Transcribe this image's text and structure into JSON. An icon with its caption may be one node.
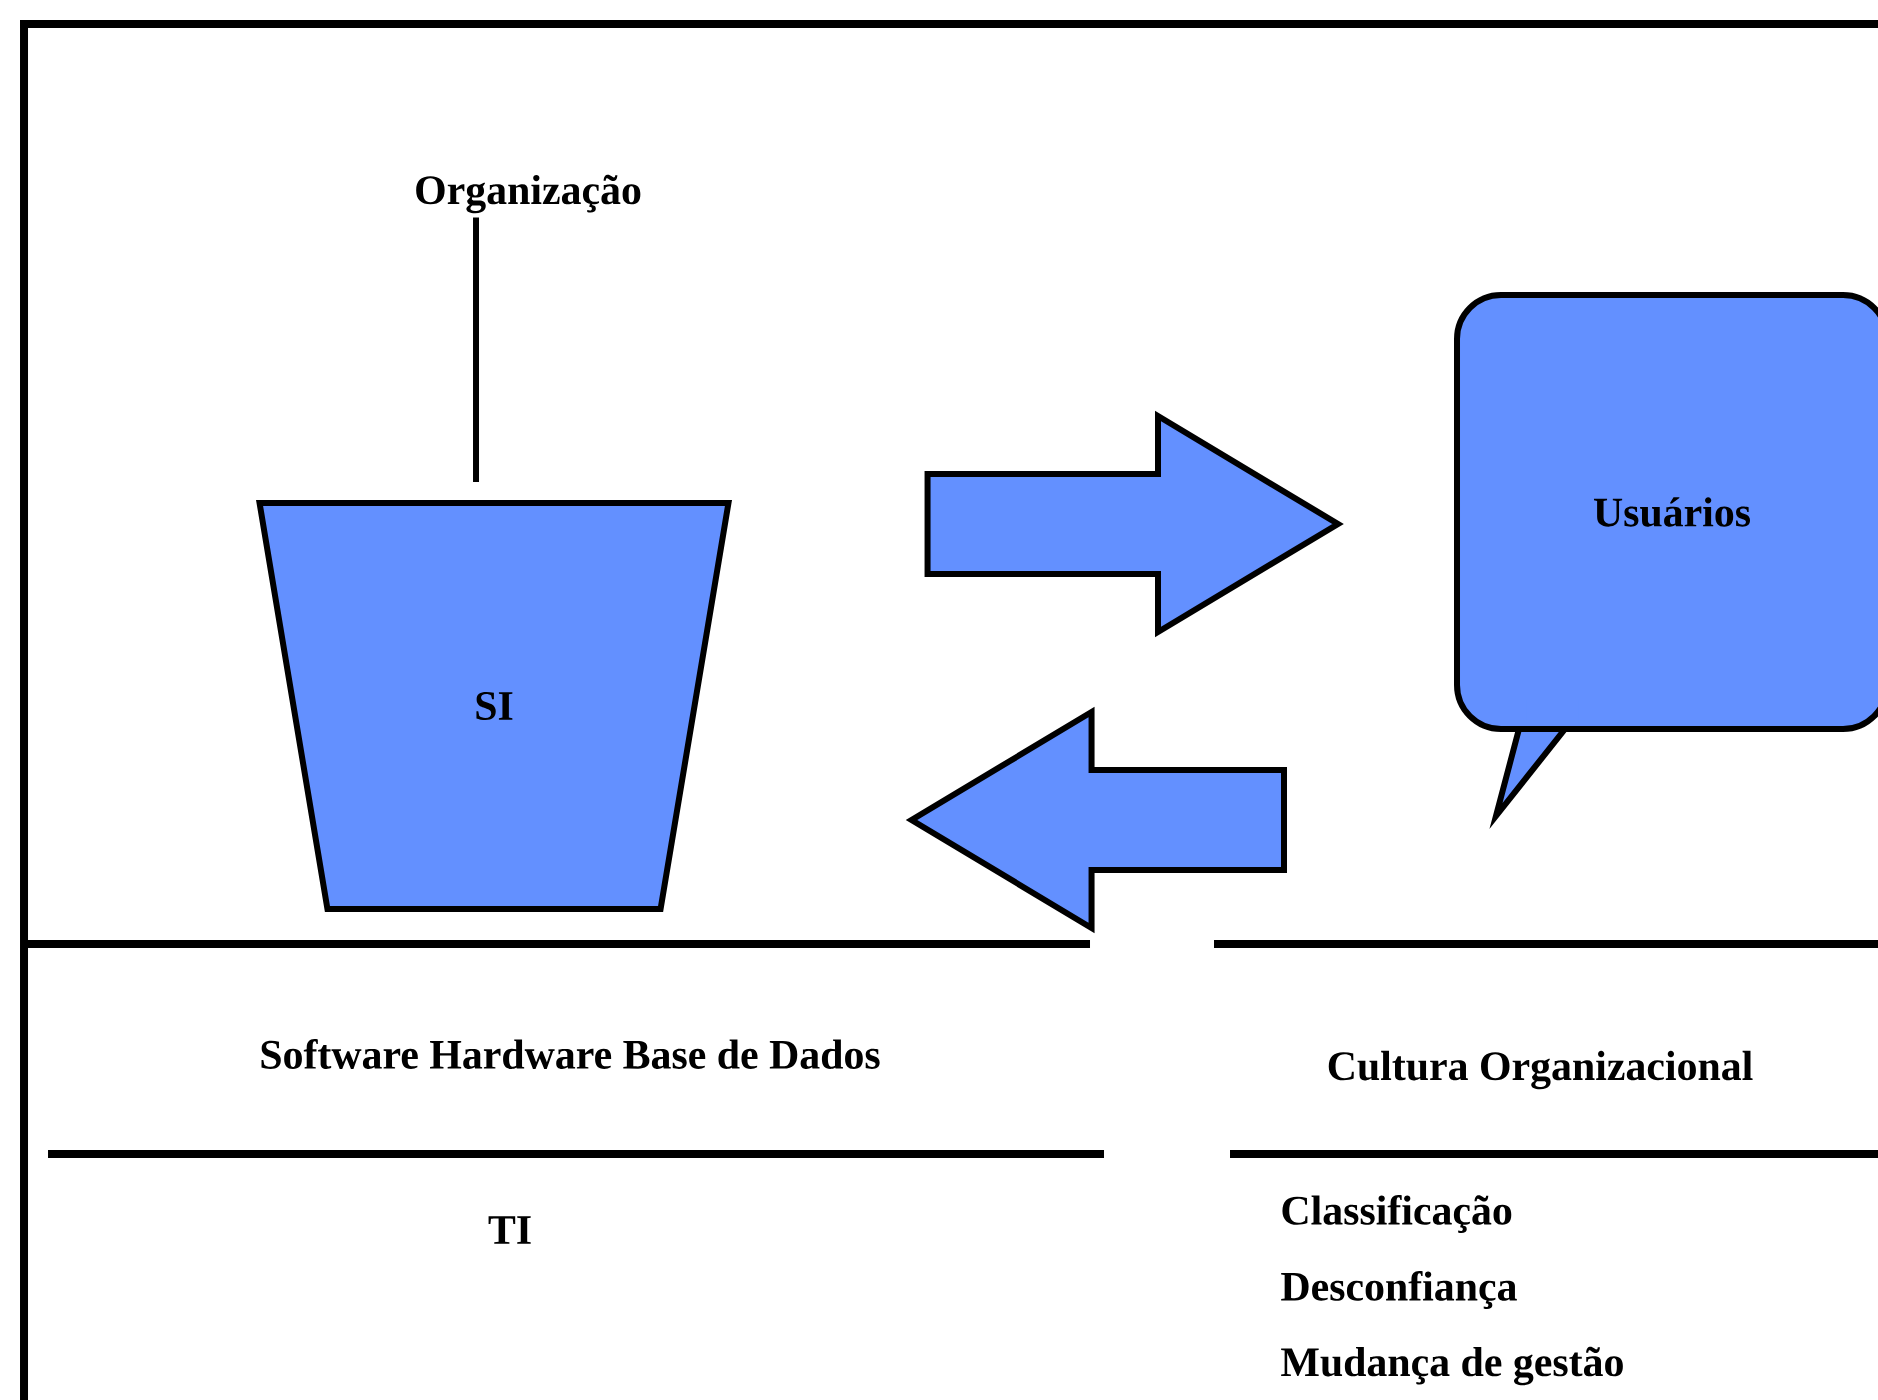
{
  "diagram": {
    "nodes": [
      {
        "text": [
          "Organização"
        ]
      },
      {
        "text": [
          "SI"
        ]
      },
      {
        "text": [
          "Usuários"
        ]
      }
    ],
    "edges": [
      {
        "from": 0,
        "to": 1,
        "arrow": "none"
      },
      {
        "from": 1,
        "to": 2,
        "arrow": "to"
      },
      {
        "from": 2,
        "to": 1,
        "arrow": "to"
      }
    ],
    "labels": [
      "Software Hardware Base de Dados",
      "TI",
      "Cultura Organizacional",
      "Classificação",
      "Desconfiança",
      "Mudança de gestão"
    ]
  }
}
